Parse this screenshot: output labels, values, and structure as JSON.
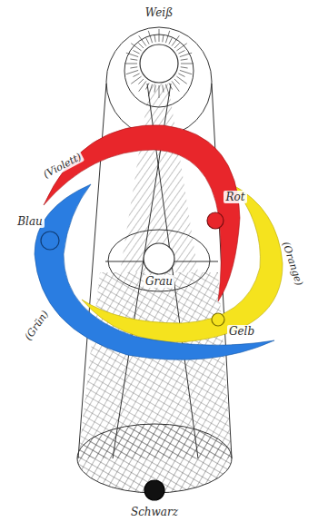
{
  "diagram": {
    "nodes": [
      {
        "text": [
          "Weiß"
        ]
      },
      {
        "text": [
          "Rot"
        ]
      },
      {
        "text": [
          "Blau"
        ]
      },
      {
        "text": [
          "Grau"
        ]
      },
      {
        "text": [
          "Gelb"
        ]
      },
      {
        "text": [
          "Schwarz"
        ]
      }
    ],
    "labels": [
      "(Violett)",
      "(Orange)",
      "(Grün)"
    ]
  }
}
